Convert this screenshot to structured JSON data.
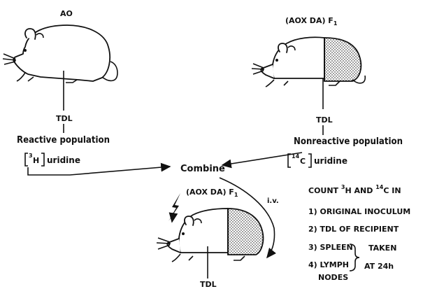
{
  "mice": {
    "top_left": {
      "strain": "AO",
      "cells": "TDL"
    },
    "top_right": {
      "strain": "(AOX DA) F",
      "strain_sub": "1",
      "cells": "TDL"
    },
    "bottom": {
      "strain": "(AOX DA) F",
      "strain_sub": "1",
      "cells": "TDL"
    }
  },
  "populations": {
    "reactive": {
      "label": "Reactive population",
      "isotope_mass": "3",
      "isotope_symbol": "H",
      "compound": "uridine"
    },
    "nonreactive": {
      "label": "Nonreactive population",
      "isotope_mass": "14",
      "isotope_symbol": "C",
      "compound": "uridine"
    }
  },
  "combine": {
    "label": "Combine",
    "route": "i.v."
  },
  "count": {
    "heading": {
      "pre": "COUNT ",
      "m1": "3",
      "s1": "H",
      "mid": " AND ",
      "m2": "14",
      "s2": "C",
      "post": " IN"
    },
    "items": [
      "1) ORIGINAL INOCULUM",
      "2) TDL OF RECIPIENT",
      "3) SPLEEN",
      "4) LYMPH",
      "NODES"
    ],
    "taken": [
      "TAKEN",
      "AT 24h"
    ]
  }
}
